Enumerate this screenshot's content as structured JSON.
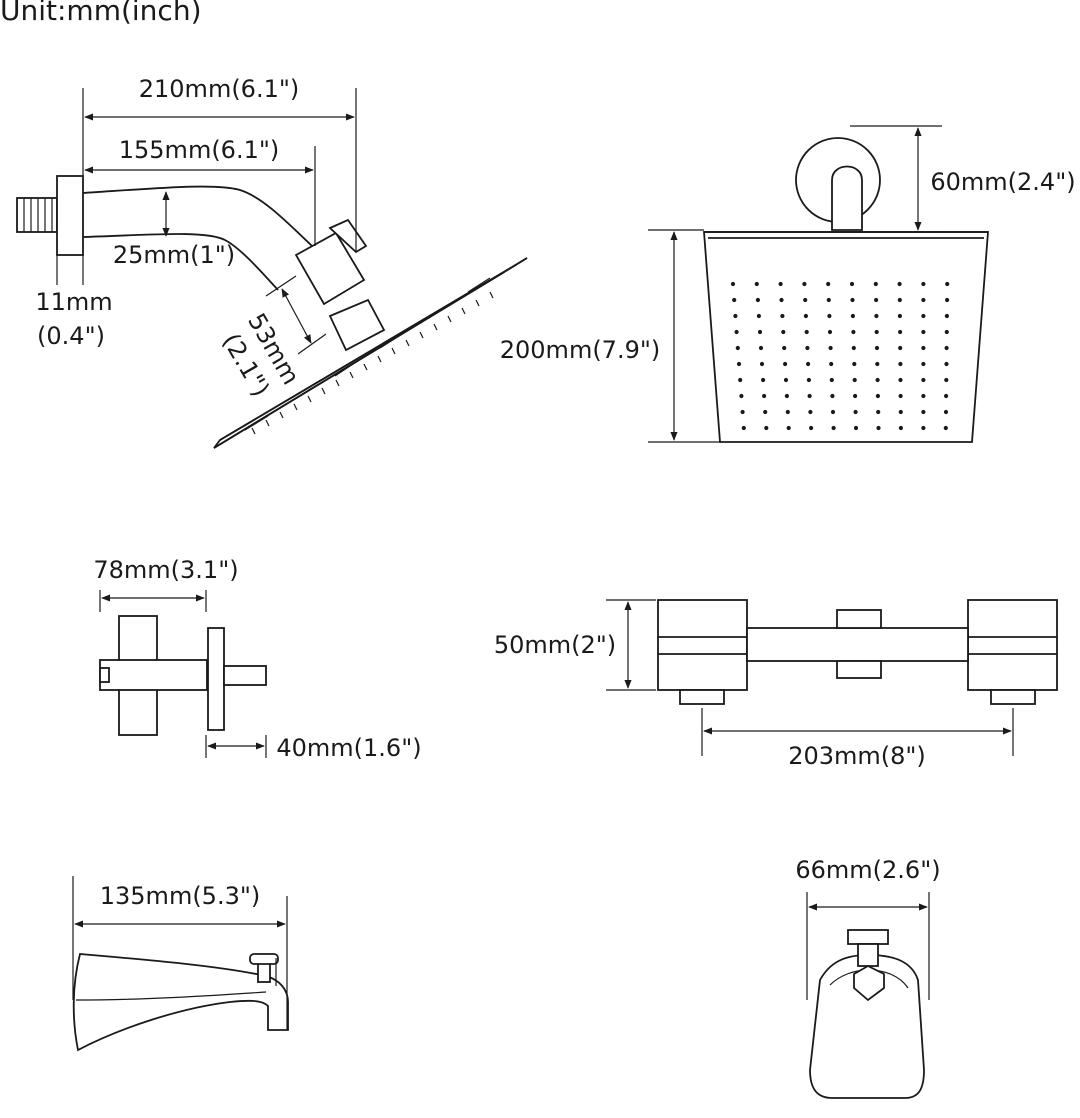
{
  "unit_label": "Unit:mm(inch)",
  "shower_arm": {
    "total_length": "210mm(6.1\")",
    "reach": "155mm(6.1\")",
    "pipe_diameter": "25mm(1\")",
    "flange_thickness": "11mm",
    "flange_thickness_inch": "(0.4\")",
    "elbow_length": "53mm",
    "elbow_length_inch": "(2.1\")"
  },
  "shower_head": {
    "flange_diameter": "60mm(2.4\")",
    "head_size": "200mm(7.9\")"
  },
  "handle": {
    "handle_width": "78mm(3.1\")",
    "stem_length": "40mm(1.6\")"
  },
  "valve": {
    "body_height": "50mm(2\")",
    "center_spacing": "203mm(8\")"
  },
  "tub_spout": {
    "spout_length": "135mm(5.3\")"
  },
  "spout_front": {
    "spout_width": "66mm(2.6\")"
  },
  "colors": {
    "line": "#1a1a1a",
    "background": "#ffffff"
  }
}
